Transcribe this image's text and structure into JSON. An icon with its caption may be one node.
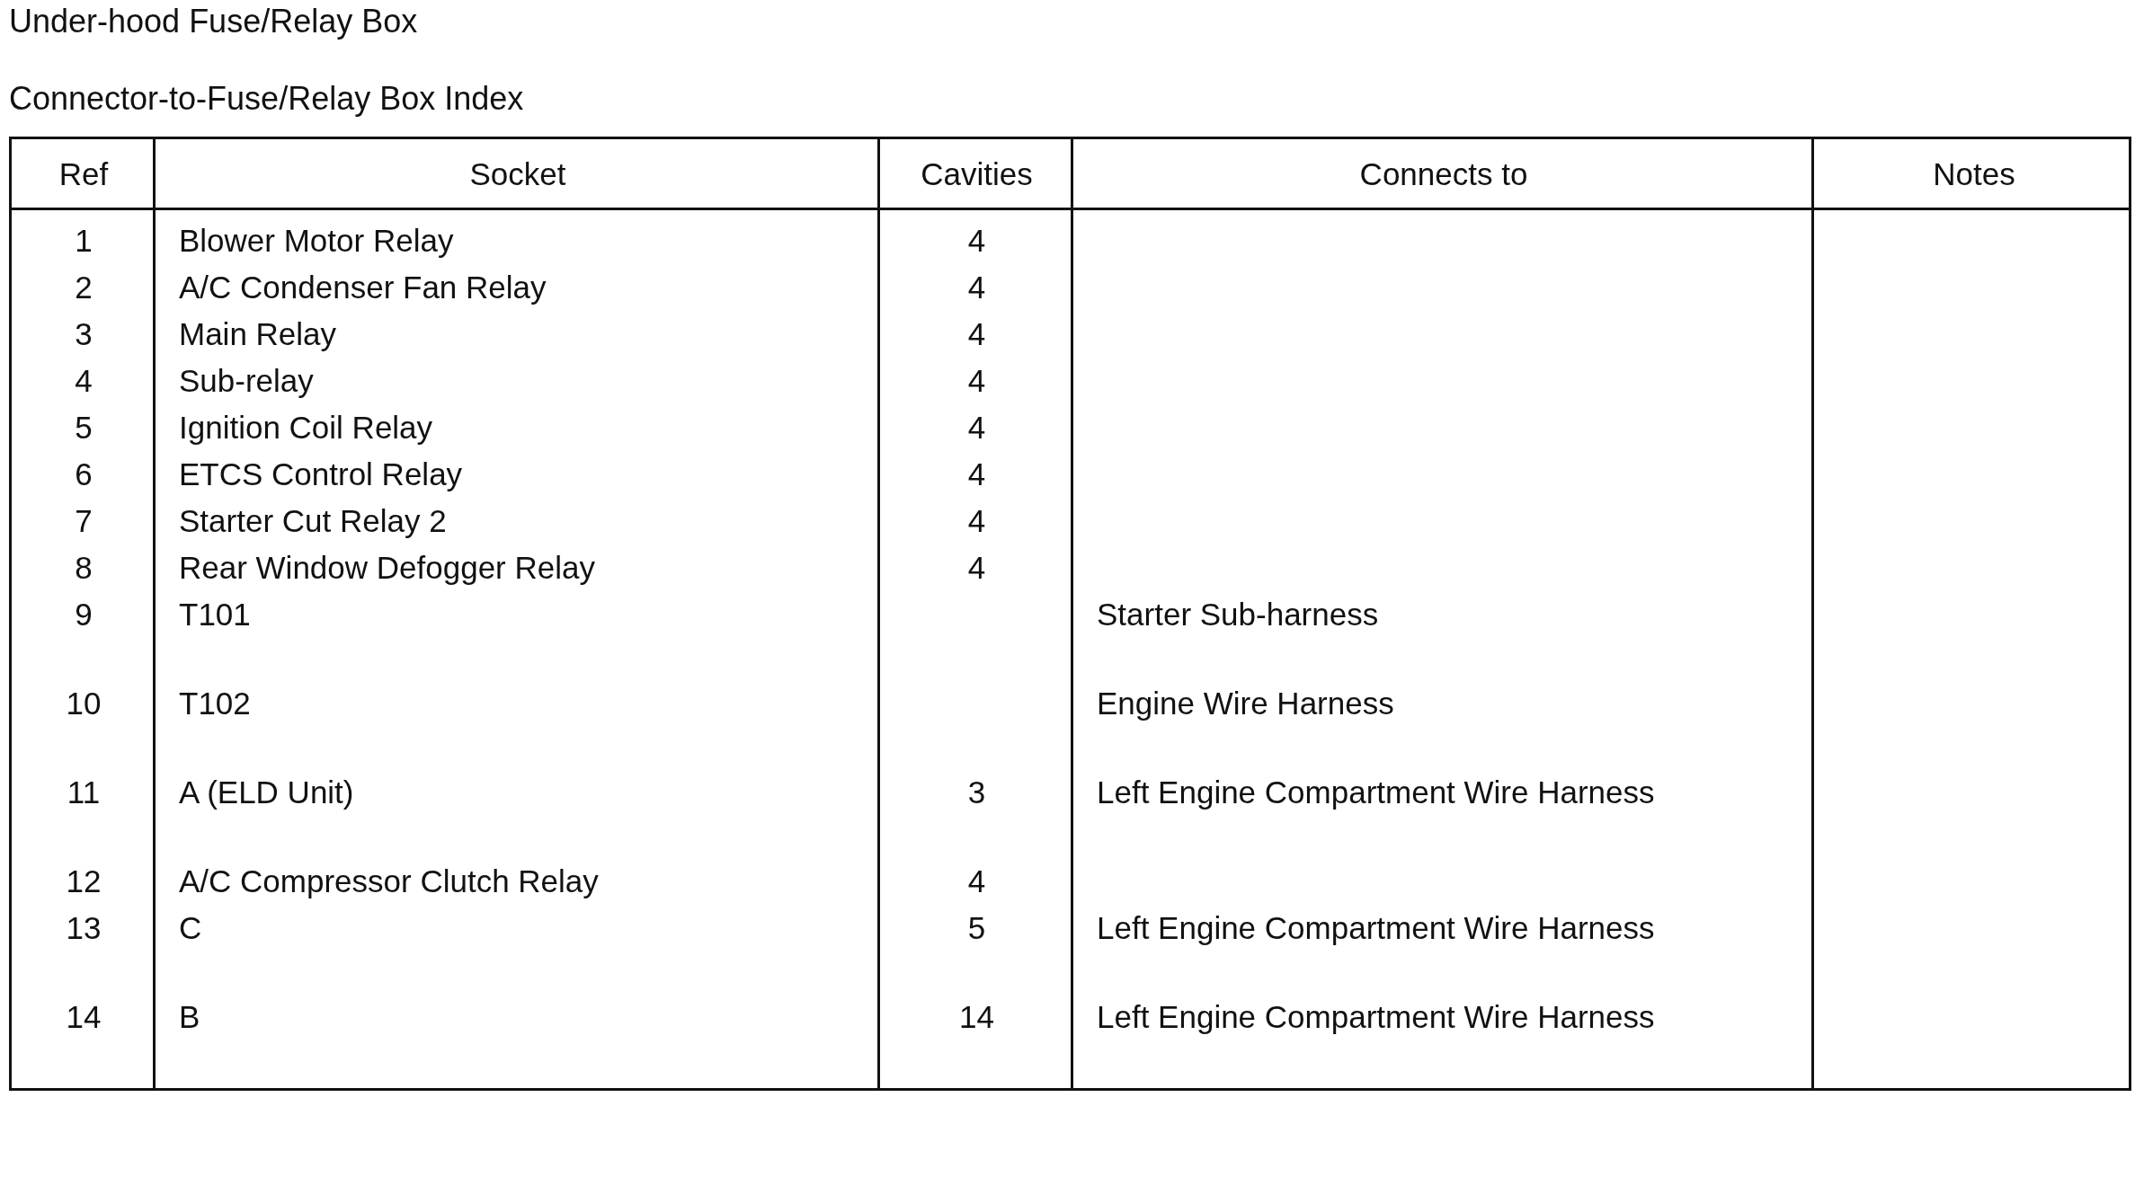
{
  "diagram": {
    "title": "Under-hood Fuse/Relay Box",
    "labels": [
      "Connector-to-Fuse/Relay Box Index",
      "Ref",
      "Socket",
      "Cavities",
      "Connects to",
      "Notes",
      "1",
      "Blower Motor Relay",
      "4",
      "2",
      "A/C Condenser Fan Relay",
      "4",
      "3",
      "Main Relay",
      "4",
      "4",
      "Sub-relay",
      "4",
      "5",
      "Ignition Coil Relay",
      "4",
      "6",
      "ETCS Control Relay",
      "4",
      "7",
      "Starter Cut Relay 2",
      "4",
      "8",
      "Rear Window Defogger Relay",
      "4",
      "9",
      "T101",
      "Starter Sub-harness",
      "10",
      "T102",
      "Engine Wire Harness",
      "11",
      "A (ELD Unit)",
      "3",
      "Left Engine Compartment Wire Harness",
      "12",
      "A/C Compressor Clutch Relay",
      "4",
      "13",
      "C",
      "5",
      "Left Engine Compartment Wire Harness",
      "14",
      "B",
      "14",
      "Left Engine Compartment Wire Harness"
    ]
  }
}
